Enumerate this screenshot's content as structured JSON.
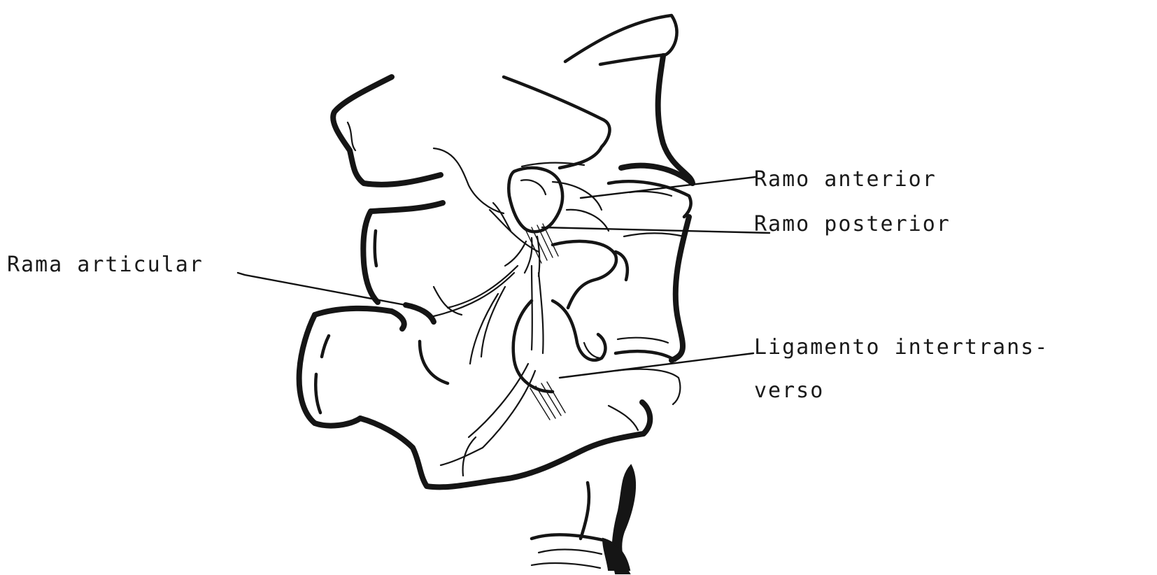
{
  "labels": {
    "ramo_anterior": "Ramo anterior",
    "ramo_posterior": "Ramo posterior",
    "rama_articular": "Rama articular",
    "ligamento_line1": "Ligamento intertrans-",
    "ligamento_line2": "verso"
  }
}
